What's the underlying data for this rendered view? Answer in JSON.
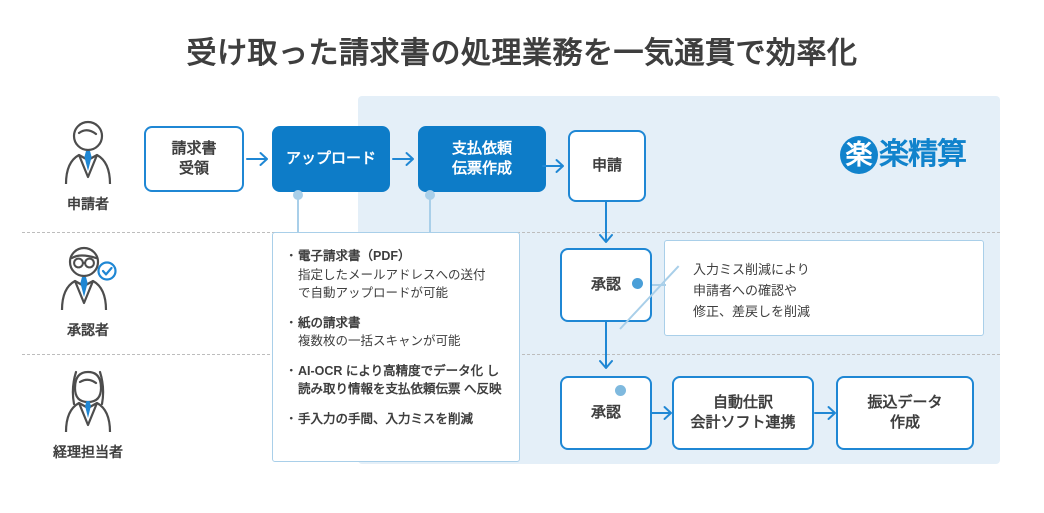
{
  "title": "受け取った請求書の処理業務を一気通貫で効率化",
  "colors": {
    "accent_blue": "#0d7cc8",
    "border_blue": "#1f87d4",
    "panel_bg": "#e4eff8",
    "callout_border": "#a9cfe9",
    "text": "#3e3e3e",
    "divider": "#bdbdbd"
  },
  "personas": [
    {
      "id": "applicant",
      "label": "申請者",
      "icon": "person-male-icon"
    },
    {
      "id": "approver",
      "label": "承認者",
      "icon": "person-glasses-check-icon"
    },
    {
      "id": "accounting",
      "label": "経理担当者",
      "icon": "person-female-icon"
    }
  ],
  "boxes": {
    "receipt": {
      "label": "請求書\n受領",
      "style": "white"
    },
    "upload": {
      "label": "アップロード",
      "style": "blue"
    },
    "voucher": {
      "label": "支払依頼\n伝票作成",
      "style": "blue"
    },
    "apply": {
      "label": "申請",
      "style": "white"
    },
    "approve1": {
      "label": "承認",
      "style": "white"
    },
    "approve2": {
      "label": "承認",
      "style": "white"
    },
    "journal": {
      "label": "自動仕訳\n会計ソフト連携",
      "style": "white"
    },
    "transfer": {
      "label": "振込データ\n作成",
      "style": "white"
    }
  },
  "callout": {
    "items": [
      {
        "head": "電子請求書（PDF）",
        "sub": "指定したメールアドレスへの送付\nで自動アップロードが可能"
      },
      {
        "head": "紙の請求書",
        "sub": "複数枚の一括スキャンが可能"
      },
      {
        "head": "AI-OCR により高精度でデータ化\nし読み取り情報を支払依頼伝票\nへ反映",
        "sub": ""
      },
      {
        "head": "手入力の手間、入力ミスを削減",
        "sub": ""
      }
    ],
    "bullet": "・"
  },
  "annotation": {
    "text": "入力ミス削減により\n申請者への確認や\n修正、差戻しを削減"
  },
  "logo": {
    "mark": "楽",
    "rest": "楽精算",
    "full": "楽楽精算"
  },
  "arrows": {
    "right_glyph": "→",
    "down_glyph": "↓"
  }
}
